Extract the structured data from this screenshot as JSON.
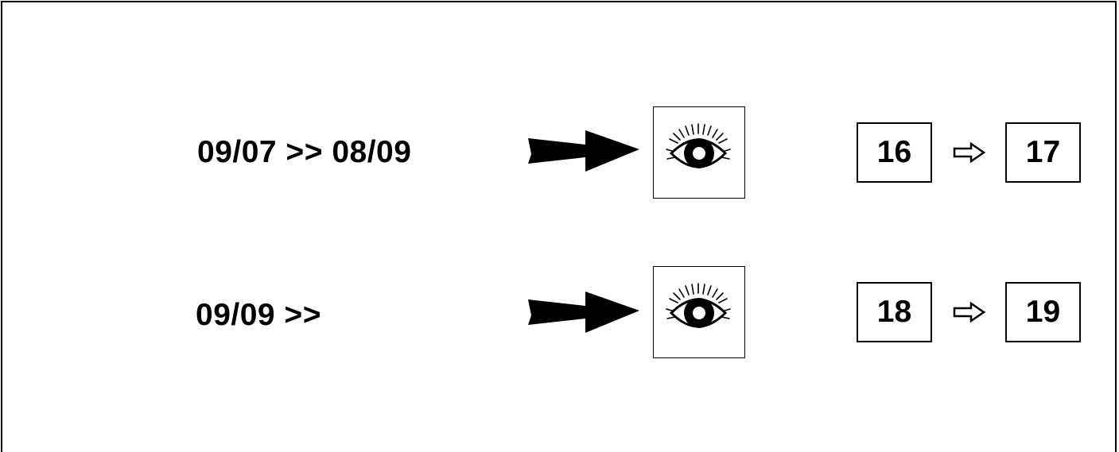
{
  "rows": [
    {
      "date_range": "09/07 >> 08/09",
      "icon": "eye-icon",
      "from": "16",
      "to": "17"
    },
    {
      "date_range": "09/09 >>",
      "icon": "eye-icon",
      "from": "18",
      "to": "19"
    }
  ],
  "colors": {
    "ink": "#000000",
    "paper": "#ffffff"
  }
}
